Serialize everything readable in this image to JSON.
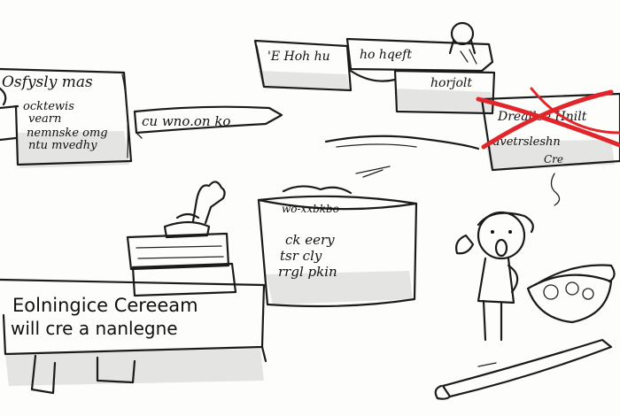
{
  "top_left_note": {
    "title": "Osfysly mas",
    "lines": [
      "ocktewis",
      "vearn",
      "nemnske omg",
      "ntu mvedhy"
    ]
  },
  "arrow_caption": "cu wno.on ko",
  "top_boxes": {
    "box1": "'E Hoh hu",
    "box2": "ho hqeft",
    "box3": "horjolt"
  },
  "crossed_note": {
    "line1": "Dreallee Hnilt",
    "line2": "uvetrsleshn",
    "line3": "Cre"
  },
  "bucket": {
    "rim": "wo-xxbkbo",
    "lines": [
      "ck eery",
      "tsr cly",
      "rrgl pkin"
    ]
  },
  "banner": {
    "line1": "Eolningice Cereeam",
    "line2": "will cre a nanlegne"
  },
  "colors": {
    "ink": "#1b1b1b",
    "cross": "#e0262b",
    "paper": "#fdfdfc"
  }
}
